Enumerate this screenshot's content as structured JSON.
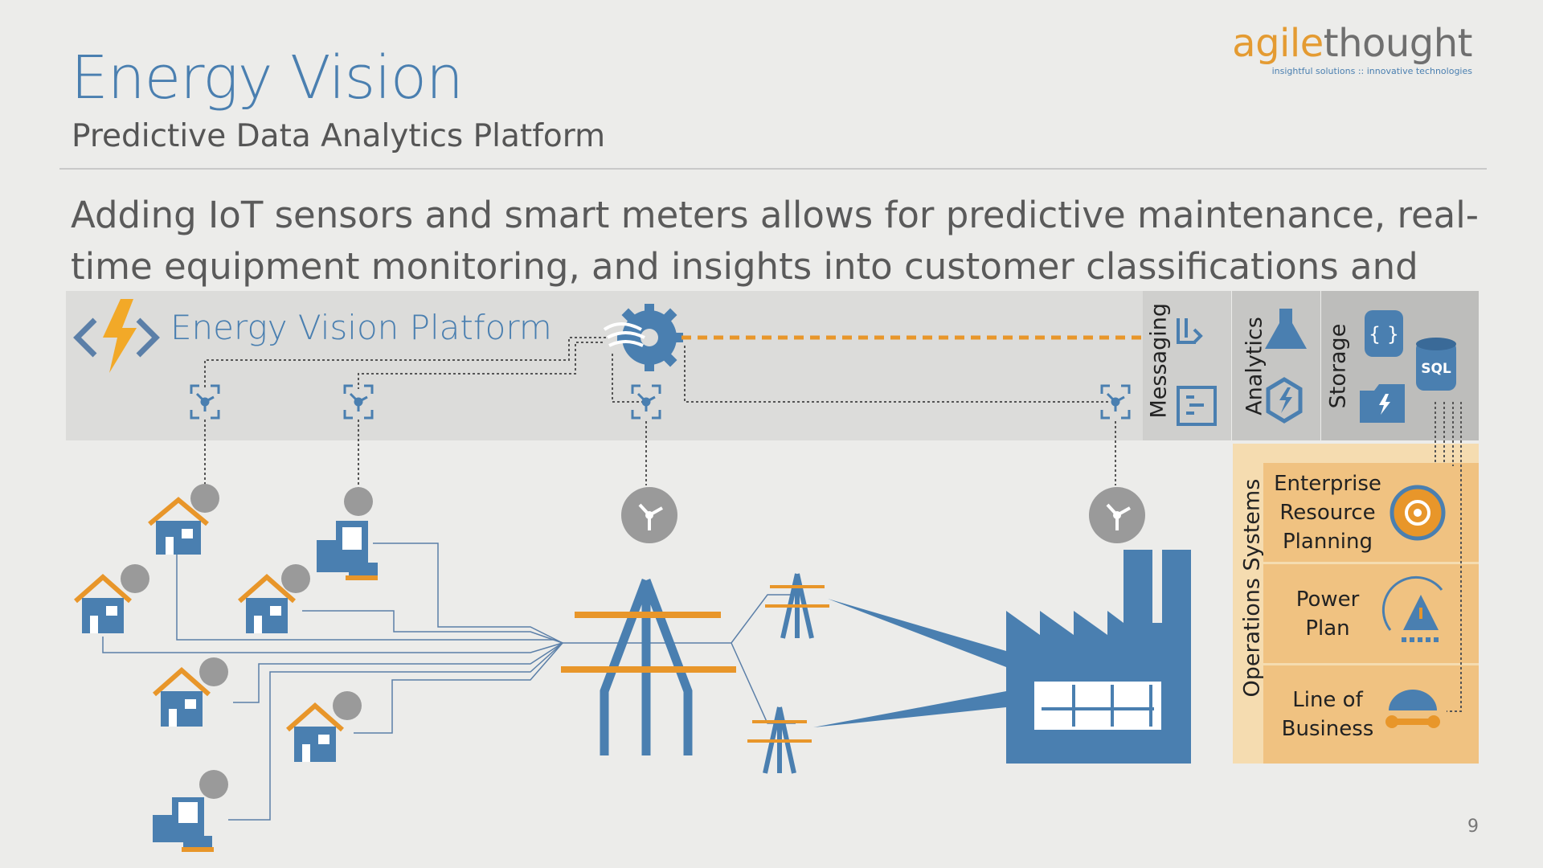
{
  "header": {
    "title": "Energy Vision",
    "subtitle": "Predictive Data Analytics Platform"
  },
  "logo": {
    "part1": "agile",
    "part2": "thought",
    "tagline": "insightful solutions :: innovative technologies",
    "colors": {
      "agile": "#e49b32",
      "thought": "#6f6f6f"
    }
  },
  "body_text": "Adding IoT sensors and smart meters allows for predictive maintenance, real-time equipment monitoring, and insights into customer classifications and behaviors.",
  "platform": {
    "title": "Energy Vision Platform",
    "icon": "azure-functions-lightning-icon"
  },
  "services": {
    "messaging": {
      "label": "Messaging",
      "icons": [
        "event-hub-icon",
        "service-bus-queue-icon"
      ]
    },
    "analytics": {
      "label": "Analytics",
      "icons": [
        "machine-learning-flask-icon",
        "stream-analytics-icon"
      ]
    },
    "storage": {
      "label": "Storage",
      "icons": [
        "cosmos-db-icon",
        "sql-database-icon",
        "data-lake-folder-icon"
      ],
      "sql_text": "SQL"
    }
  },
  "operations": {
    "label": "Operations Systems",
    "items": [
      {
        "label": "Enterprise Resource Planning",
        "icon": "erp-gear-icon"
      },
      {
        "label": "Power Plan",
        "icon": "warning-gauge-icon"
      },
      {
        "label": "Line of Business",
        "icon": "hardhat-wrench-icon"
      }
    ]
  },
  "page_number": "9",
  "colors": {
    "accent_blue": "#4a7fb0",
    "icon_blue": "#5b7fa8",
    "accent_orange": "#e8962a",
    "ops_panel": "#f0c281",
    "band_gray": "#dcdcda",
    "service_gray": "#c6c6c4"
  }
}
